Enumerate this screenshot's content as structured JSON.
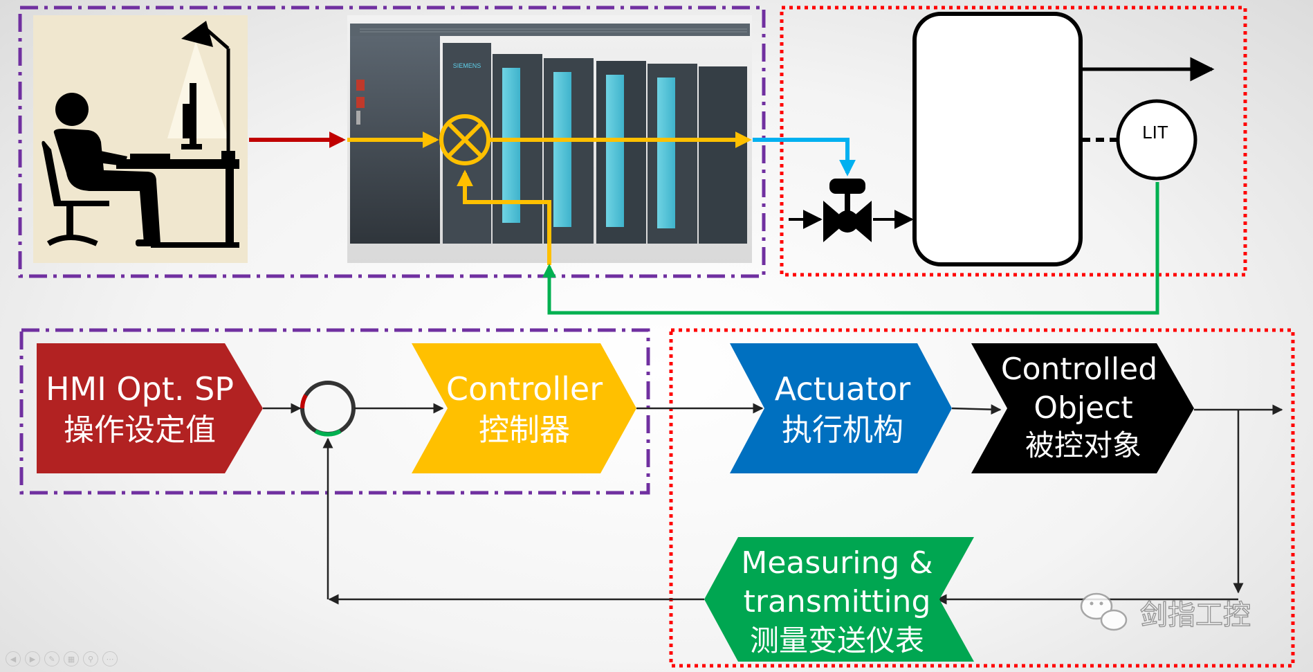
{
  "top": {
    "lit_label": "LIT",
    "plc_brand": "SIEMENS"
  },
  "blocks": {
    "hmi": {
      "line1": "HMI Opt. SP",
      "line2": "操作设定值",
      "color": "#b22222"
    },
    "controller": {
      "line1": "Controller",
      "line2": "控制器",
      "color": "#ffc000"
    },
    "actuator": {
      "line1": "Actuator",
      "line2": "执行机构",
      "color": "#0070c0"
    },
    "controlled": {
      "line1": "Controlled",
      "line2": "Object",
      "line3": "被控对象",
      "color": "#000000"
    },
    "measuring": {
      "line1": "Measuring &",
      "line2": "transmitting",
      "line3": "测量变送仪表",
      "color": "#00a651"
    }
  },
  "colors": {
    "purple_dash": "#7030a0",
    "red_dot": "#ff0000",
    "signal_red": "#c00000",
    "signal_yellow": "#ffc000",
    "signal_blue": "#00b0f0",
    "signal_green": "#00b050"
  },
  "watermark": {
    "text": "剑指工控",
    "icon": "wechat-icon"
  },
  "player_controls": [
    "prev-icon",
    "next-icon",
    "pen-icon",
    "slides-icon",
    "zoom-icon",
    "more-icon"
  ]
}
